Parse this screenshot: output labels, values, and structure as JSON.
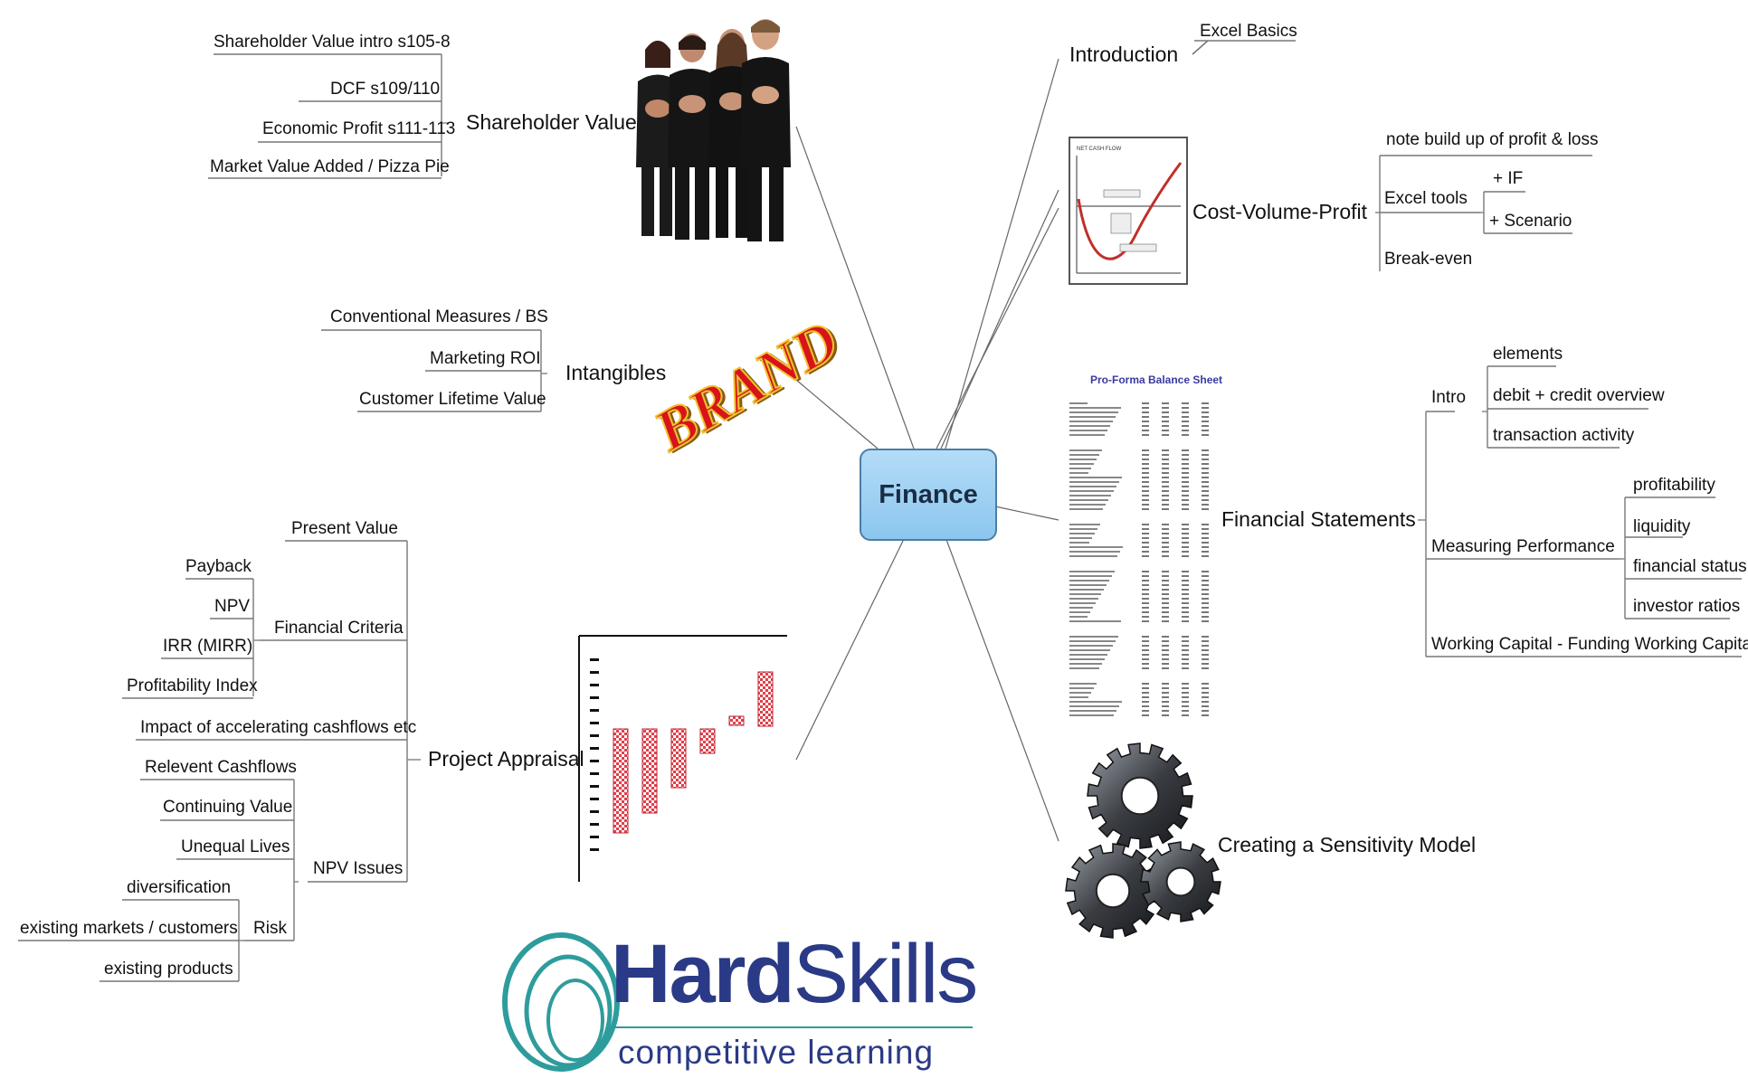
{
  "center": "Finance",
  "branches": {
    "introduction": {
      "label": "Introduction",
      "children": [
        "Excel Basics"
      ]
    },
    "cvp": {
      "label": "Cost-Volume-Profit",
      "children": [
        "note build up of profit & loss",
        "Excel tools",
        "+ IF",
        "+ Scenario",
        "Break-even"
      ]
    },
    "financial_statements": {
      "label": "Financial Statements",
      "intro": {
        "label": "Intro",
        "children": [
          "elements",
          "debit + credit overview",
          "transaction activity"
        ]
      },
      "measuring": {
        "label": "Measuring Performance",
        "children": [
          "profitability",
          "liquidity",
          "financial status",
          "investor ratios"
        ]
      },
      "working_capital": "Working Capital - Funding Working Capital"
    },
    "sensitivity": {
      "label": "Creating a Sensitivity Model"
    },
    "shareholder_value": {
      "label": "Shareholder Value",
      "children": [
        "Shareholder Value intro s105-8",
        "DCF s109/110",
        "Economic Profit s111-113",
        "Market Value Added / Pizza Pie"
      ]
    },
    "intangibles": {
      "label": "Intangibles",
      "children": [
        "Conventional Measures / BS",
        "Marketing ROI",
        "Customer Lifetime Value"
      ]
    },
    "project_appraisal": {
      "label": "Project Appraisal",
      "present_value": "Present Value",
      "financial_criteria": {
        "label": "Financial Criteria",
        "children": [
          "Payback",
          "NPV",
          "IRR (MIRR)",
          "Profitability Index"
        ]
      },
      "impact": "Impact of accelerating cashflows etc",
      "npv_issues": {
        "label": "NPV Issues",
        "children": [
          "Relevent Cashflows",
          "Continuing Value",
          "Unequal Lives"
        ]
      },
      "risk": {
        "label": "Risk",
        "children": [
          "diversification",
          "existing markets / customers",
          "existing products"
        ]
      }
    }
  },
  "images": {
    "brand_text": "BRAND",
    "balance_sheet_title": "Pro-Forma Balance Sheet",
    "cvp_chart_title": "NET CASH FLOW"
  },
  "logo": {
    "brand_bold": "Hard",
    "brand_light": "Skills",
    "tagline": "competitive learning"
  },
  "colors": {
    "node_fill": "#9fd0f2",
    "node_border": "#4b7da6",
    "logo_blue": "#2a3a86",
    "logo_teal": "#2e9c9c",
    "brand_red": "#d8141a",
    "brand_gold": "#f2c230"
  }
}
